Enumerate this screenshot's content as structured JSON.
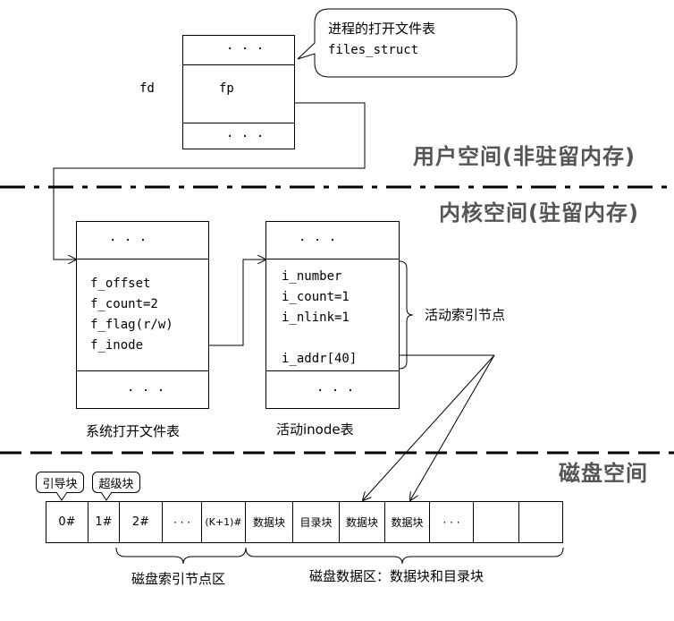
{
  "callout": {
    "line1": "进程的打开文件表",
    "line2": "files_struct"
  },
  "fd_table": {
    "fd_label": "fd",
    "fp_label": "fp",
    "top_dots": "· · ·",
    "bottom_dots": "· · ·"
  },
  "regions": {
    "user": "用户空间(非驻留内存)",
    "kernel": "内核空间(驻留内存)",
    "disk": "磁盘空间"
  },
  "sys_file_table": {
    "top_dots": "· · ·",
    "fields": [
      "f_offset",
      "f_count=2",
      "f_flag(r/w)",
      "f_inode"
    ],
    "bottom_dots": "· · ·",
    "caption": "系统打开文件表"
  },
  "inode_table": {
    "top_dots": "· · ·",
    "fields": [
      "i_number",
      "i_count=1",
      "i_nlink=1"
    ],
    "addr_field": "i_addr[40]",
    "bottom_dots": "· · ·",
    "caption": "活动inode表",
    "brace_label": "活动索引节点"
  },
  "disk": {
    "tags": [
      "引导块",
      "超级块"
    ],
    "cells": [
      "0#",
      "1#",
      "2#",
      "· · ·",
      "(K+1)#",
      "数据块",
      "目录块",
      "数据块",
      "数据块",
      "· · ·",
      "",
      ""
    ],
    "inode_area_label": "磁盘索引节点区",
    "data_area_label": "磁盘数据区：数据块和目录块"
  }
}
